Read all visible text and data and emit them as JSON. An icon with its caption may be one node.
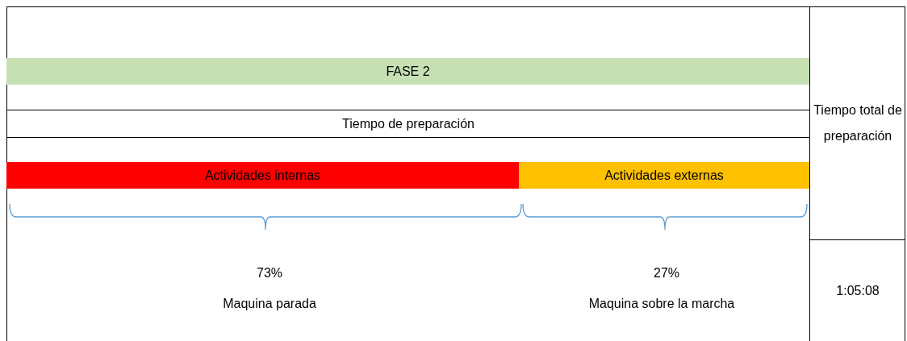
{
  "diagram": {
    "nodes": [
      {
        "text": [
          "FASE 2"
        ]
      },
      {
        "text": [
          "Tiempo de preparación"
        ]
      },
      {
        "text": [
          "Actividades internas"
        ]
      },
      {
        "text": [
          "Actividades externas"
        ]
      },
      {
        "text": [
          "Tiempo total de preparación"
        ]
      },
      {
        "text": [
          "1:05:08"
        ]
      }
    ],
    "labels": [
      "73%",
      "27%",
      "Maquina parada",
      "Maquina sobre la marcha"
    ]
  }
}
